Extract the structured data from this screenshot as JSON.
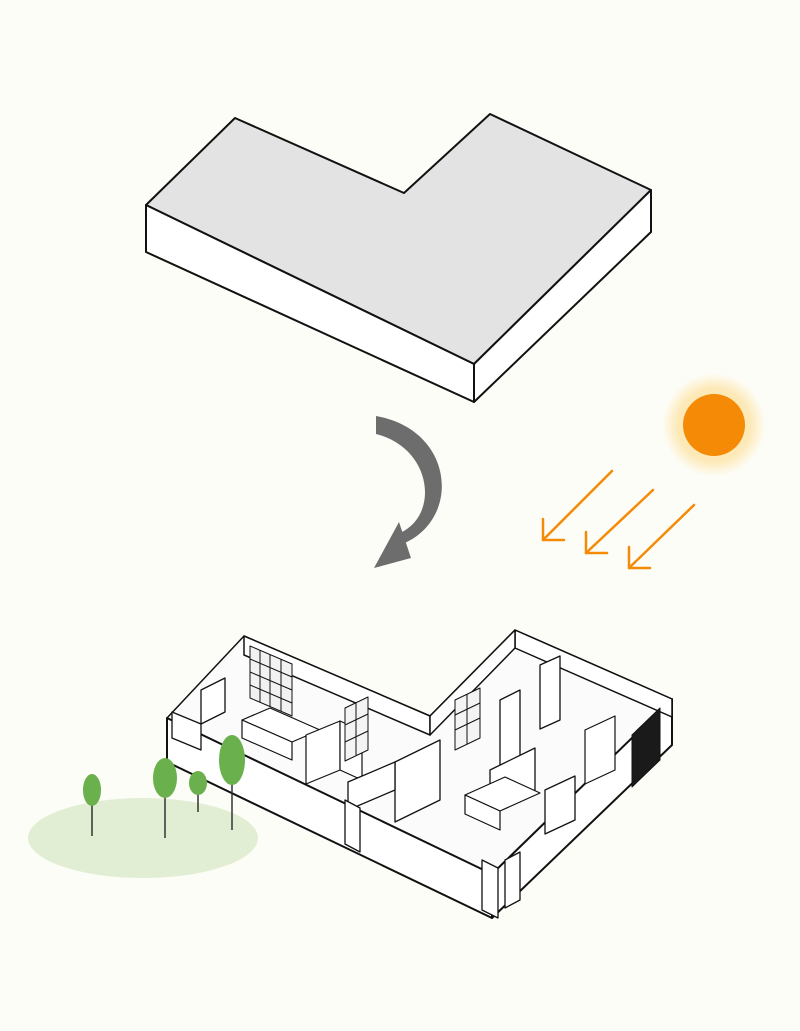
{
  "diagram": {
    "stages": [
      {
        "id": "massing",
        "icon": "l-shaped-block-icon"
      },
      {
        "id": "transformation",
        "icon": "curved-arrow-icon"
      },
      {
        "id": "floor-plan",
        "icon": "isometric-apartment-icon"
      }
    ],
    "environment": {
      "sun_icon": "sun-icon",
      "sun_rays_icon": "sunlight-arrows-icon",
      "sun_ray_count": 3,
      "tree_icon": "tree-icon",
      "tree_count": 4,
      "lawn_icon": "lawn-icon"
    },
    "colors": {
      "background": "#fdfdf8",
      "block_top": "#e3e3e3",
      "block_side": "#ffffff",
      "outline": "#111111",
      "arrow": "#6d6d6d",
      "sun_core": "#f58a07",
      "sun_glow": "#fde7b0",
      "sun_rays": "#f58a07",
      "tree": "#6ab04c",
      "lawn": "#e2eed3",
      "window_panel": "#1a1a1a"
    }
  }
}
